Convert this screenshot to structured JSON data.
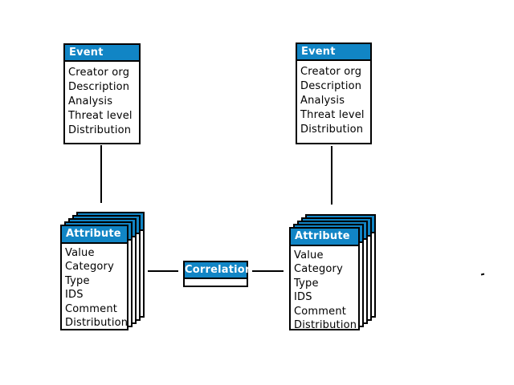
{
  "diagram": {
    "colors": {
      "accent_blue": "#1185C5",
      "border": "#000000",
      "background": "#FFFFFF",
      "header_text": "#FFFFFF",
      "body_text": "#000000"
    },
    "event_left": {
      "title": "Event",
      "fields": [
        "Creator org",
        "Description",
        "Analysis",
        "Threat level",
        "Distribution"
      ]
    },
    "event_right": {
      "title": "Event",
      "fields": [
        "Creator org",
        "Description",
        "Analysis",
        "Threat level",
        "Distribution"
      ]
    },
    "attribute_left": {
      "title": "Attribute",
      "stack_count": 5,
      "fields": [
        "Value",
        "Category",
        "Type",
        "IDS",
        "Comment",
        "Distribution"
      ]
    },
    "attribute_right": {
      "title": "Attribute",
      "stack_count": 5,
      "fields": [
        "Value",
        "Category",
        "Type",
        "IDS",
        "Comment",
        "Distribution"
      ]
    },
    "correlation": {
      "label": "Correlation"
    }
  }
}
